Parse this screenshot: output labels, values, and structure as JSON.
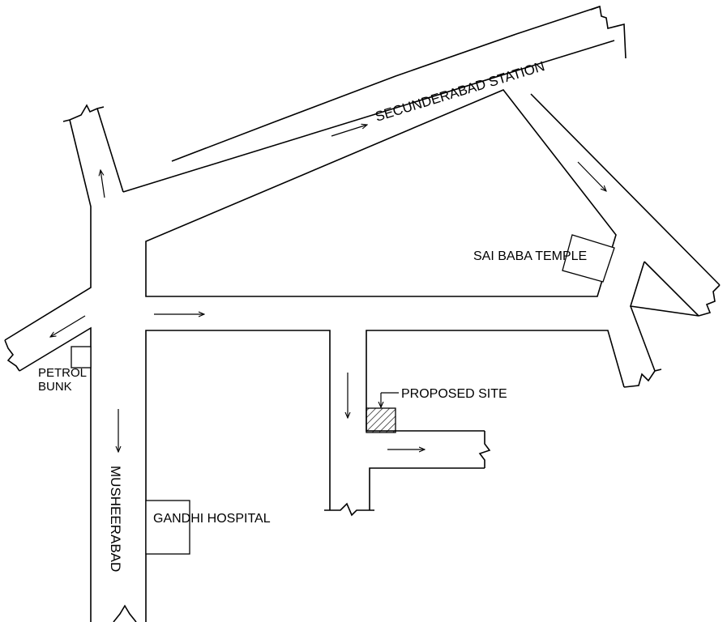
{
  "labels": {
    "secunderabad_station": "SECUNDERABAD STATION",
    "sai_baba_temple": "SAI BABA TEMPLE",
    "petrol_line1": "PETROL",
    "petrol_line2": "BUNK",
    "proposed_site": "PROPOSED SITE",
    "gandhi_hospital": "GANDHI HOSPITAL",
    "musheerabad": "MUSHEERABAD"
  },
  "colors": {
    "line": "#000000",
    "background": "#ffffff"
  },
  "icons": [
    "direction-arrow-icon",
    "road-break-icon",
    "hatched-site-icon"
  ]
}
